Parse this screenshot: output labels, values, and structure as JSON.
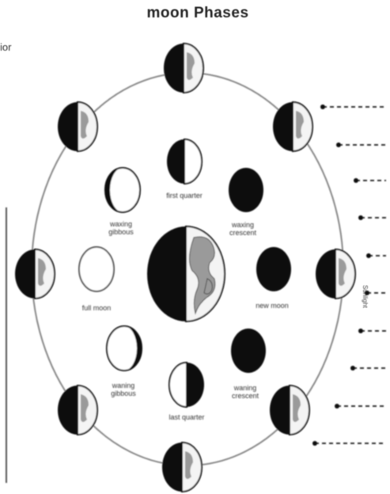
{
  "title": "moon Phases",
  "edge_text": "ior",
  "side_label": "Sunlight",
  "labels": {
    "first_quarter": "first quarter",
    "waxing_crescent": "waxing crescent",
    "waxing_gibbous": "waxing gibbous",
    "full_moon": "full moon",
    "new_moon": "new moon",
    "waning_gibbous": "waning gibbous",
    "waning_crescent": "waning crescent",
    "last_quarter": "last quarter"
  },
  "colors": {
    "ink": "#111111",
    "orbit": "#888888",
    "earth_land": "#9a9a9a",
    "lit": "#f4f4f4"
  }
}
